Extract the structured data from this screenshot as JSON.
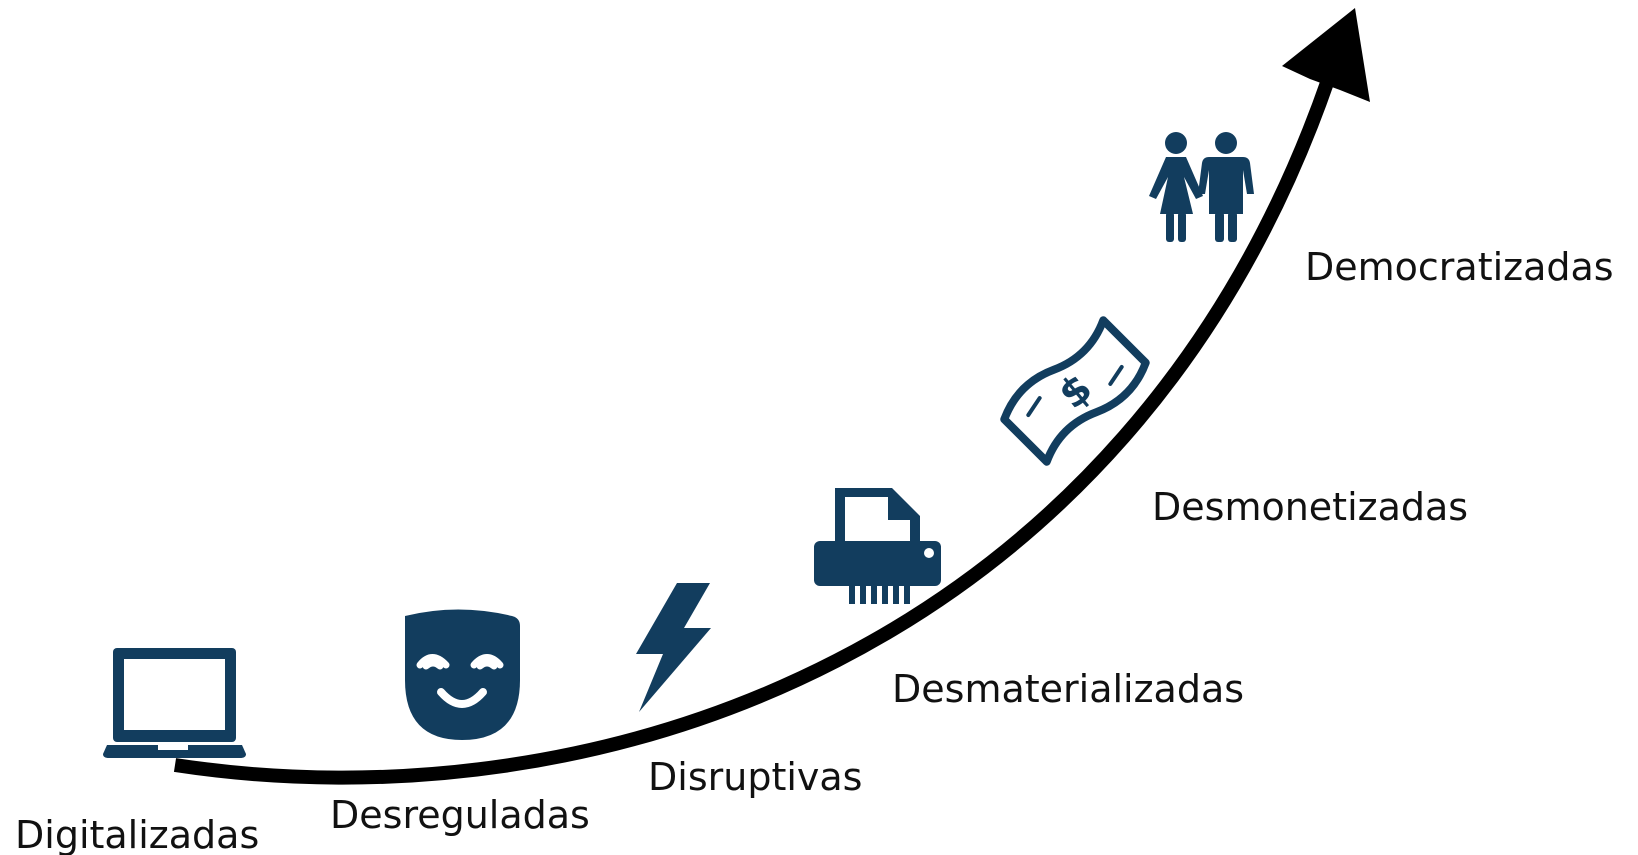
{
  "colors": {
    "icon": "#123d5e",
    "curve": "#000000",
    "text": "#111111",
    "background": "#ffffff"
  },
  "stages": [
    {
      "label": "Digitalizadas",
      "icon": "laptop-icon"
    },
    {
      "label": "Desreguladas",
      "icon": "theater-mask-icon"
    },
    {
      "label": "Disruptivas",
      "icon": "lightning-bolt-icon"
    },
    {
      "label": "Desmaterializadas",
      "icon": "paper-shredder-icon"
    },
    {
      "label": "Desmonetizadas",
      "icon": "dollar-bill-icon"
    },
    {
      "label": "Democratizadas",
      "icon": "people-icon"
    }
  ]
}
